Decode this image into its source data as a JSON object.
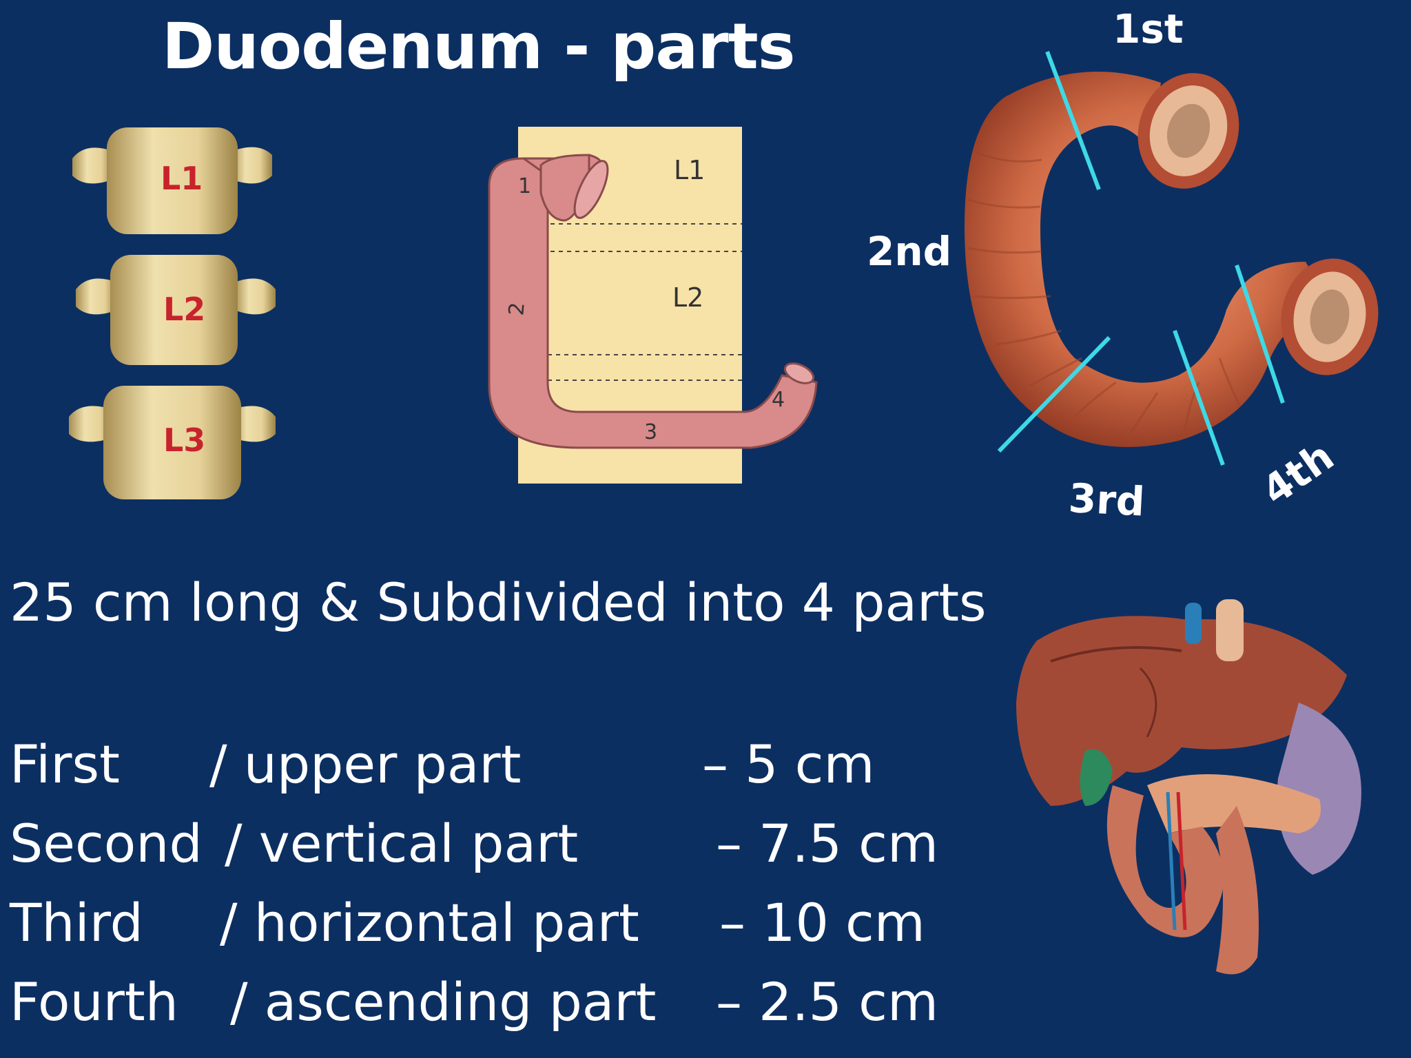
{
  "title": "Duodenum - parts",
  "subtitle": "25 cm long  & Subdivided into 4 parts",
  "vertebrae": {
    "labels": [
      "L1",
      "L2",
      "L3"
    ]
  },
  "schematic": {
    "level_labels": [
      "L1",
      "L2"
    ],
    "part_numbers": [
      "1",
      "2",
      "3",
      "4"
    ]
  },
  "c_loop": {
    "part_labels": [
      "1st",
      "2nd",
      "3rd",
      "4th"
    ],
    "divider_color": "#3ed9e6"
  },
  "parts": [
    {
      "name": "First",
      "desc": "/ upper part",
      "length": "– 5 cm"
    },
    {
      "name": "Second",
      "desc": "/ vertical part",
      "length": "– 7.5 cm"
    },
    {
      "name": "Third",
      "desc": "/ horizontal part",
      "length": "– 10 cm"
    },
    {
      "name": "Fourth",
      "desc": "/ ascending part",
      "length": "– 2.5 cm"
    }
  ],
  "colors": {
    "background": "#0c2f62",
    "bone": "#e8d49a",
    "bone_label": "#c8232c",
    "schematic_bg": "#f7e2a8",
    "schematic_tube": "#d98a8a",
    "intestine": "#c8623f",
    "liver": "#a34a36"
  }
}
